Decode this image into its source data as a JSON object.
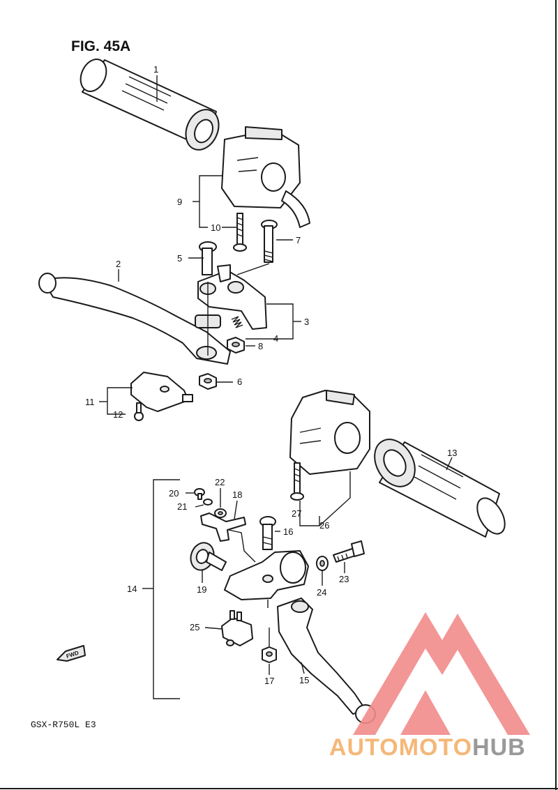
{
  "figure": {
    "title": "FIG. 45A",
    "model": "GSX-R750L  E3",
    "fwd_label": "FWD"
  },
  "parts": [
    {
      "id": "part-1",
      "num": "1"
    },
    {
      "id": "part-2",
      "num": "2"
    },
    {
      "id": "part-3",
      "num": "3"
    },
    {
      "id": "part-4",
      "num": "4"
    },
    {
      "id": "part-5",
      "num": "5"
    },
    {
      "id": "part-6",
      "num": "6"
    },
    {
      "id": "part-7",
      "num": "7"
    },
    {
      "id": "part-8",
      "num": "8"
    },
    {
      "id": "part-9",
      "num": "9"
    },
    {
      "id": "part-10",
      "num": "10"
    },
    {
      "id": "part-11",
      "num": "11"
    },
    {
      "id": "part-12",
      "num": "12"
    },
    {
      "id": "part-13",
      "num": "13"
    },
    {
      "id": "part-14",
      "num": "14"
    },
    {
      "id": "part-15",
      "num": "15"
    },
    {
      "id": "part-16",
      "num": "16"
    },
    {
      "id": "part-17",
      "num": "17"
    },
    {
      "id": "part-18",
      "num": "18"
    },
    {
      "id": "part-19",
      "num": "19"
    },
    {
      "id": "part-20",
      "num": "20"
    },
    {
      "id": "part-21",
      "num": "21"
    },
    {
      "id": "part-22",
      "num": "22"
    },
    {
      "id": "part-23",
      "num": "23"
    },
    {
      "id": "part-24",
      "num": "24"
    },
    {
      "id": "part-25",
      "num": "25"
    },
    {
      "id": "part-26",
      "num": "26"
    },
    {
      "id": "part-27",
      "num": "27"
    }
  ],
  "watermark": {
    "text_a": "AUTOMOTO",
    "text_b": "HUB",
    "color_a": "#f5b06a",
    "color_b": "#8e8e8e",
    "logo_color": "#f28b8b"
  }
}
